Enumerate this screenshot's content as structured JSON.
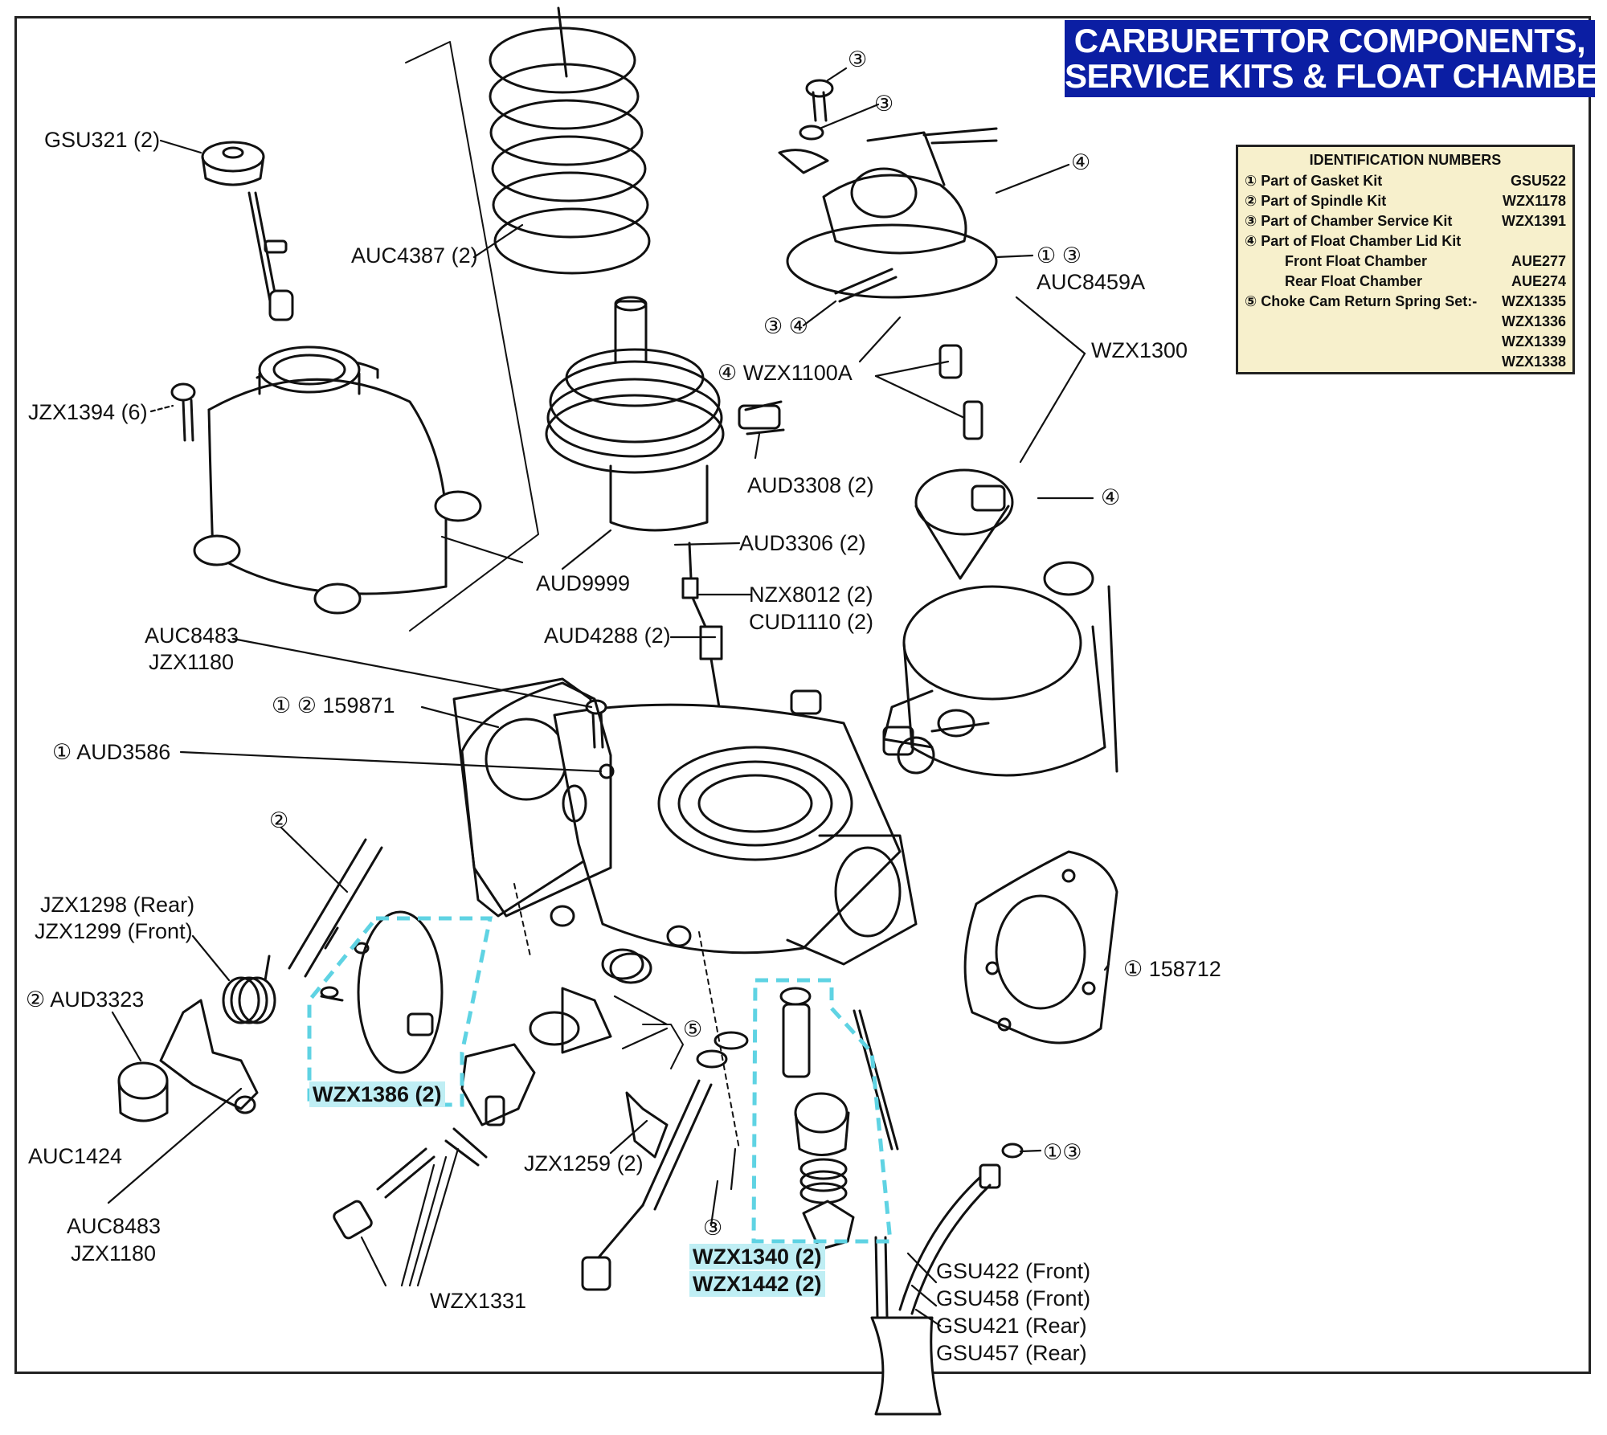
{
  "title": {
    "line1": "CARBURETTOR COMPONENTS,",
    "line2": "SERVICE KITS & FLOAT CHAMBERS"
  },
  "id_table": {
    "heading": "IDENTIFICATION NUMBERS",
    "rows": [
      {
        "label": "① Part of Gasket Kit",
        "code": "GSU522"
      },
      {
        "label": "② Part of Spindle Kit",
        "code": "WZX1178"
      },
      {
        "label": "③ Part of Chamber Service Kit",
        "code": "WZX1391"
      },
      {
        "label": "④ Part of Float Chamber Lid Kit",
        "code": ""
      },
      {
        "label": "Front Float Chamber",
        "code": "AUE277"
      },
      {
        "label": "Rear Float Chamber",
        "code": "AUE274"
      },
      {
        "label": "⑤ Choke Cam Return Spring Set:-",
        "code": "WZX1335"
      },
      {
        "label": "",
        "code": "WZX1336"
      },
      {
        "label": "",
        "code": "WZX1339"
      },
      {
        "label": "",
        "code": "WZX1338"
      }
    ]
  },
  "labels": {
    "gsu321": "GSU321 (2)",
    "auc4387": "AUC4387 (2)",
    "jzx1394": "JZX1394 (6)",
    "aud9999": "AUD9999",
    "auc8483_a": "AUC8483",
    "jzx1180_a": "JZX1180",
    "l159871": "① ② 159871",
    "aud3586": "① AUD3586",
    "spindle_2": "②",
    "jzx1298": "JZX1298 (Rear)",
    "jzx1299": "JZX1299 (Front)",
    "aud3323": "② AUD3323",
    "auc1424": "AUC1424",
    "auc8483_b": "AUC8483",
    "jzx1180_b": "JZX1180",
    "wzx1331": "WZX1331",
    "wzx1386": "WZX1386 (2)",
    "jzx1259": "JZX1259 (2)",
    "washer_3": "③",
    "wzx1340": "WZX1340 (2)",
    "wzx1442": "WZX1442 (2)",
    "gsu422": "GSU422 (Front)",
    "gsu458": "GSU458 (Front)",
    "gsu421": "GSU421 (Rear)",
    "gsu457": "GSU457 (Rear)",
    "pipe_13": "①③",
    "l158712": "① 158712",
    "cam_5": "⑤",
    "aud3306": "AUD3306 (2)",
    "nzx8012": "NZX8012 (2)",
    "cud1110": "CUD1110 (2)",
    "aud4288": "AUD4288 (2)",
    "aud3308": "AUD3308 (2)",
    "wzx1100a": "④ WZX1100A",
    "wzx1300": "WZX1300",
    "float_4": "④",
    "screw_3a": "③",
    "screw_3b": "③",
    "lid_4": "④",
    "gasket_13": "① ③",
    "auc8459a": "AUC8459A",
    "pin_34": "③ ④"
  },
  "colors": {
    "title_bg": "#0b1ea3",
    "id_box_bg": "#f7f0cc",
    "highlight": "#bfeef4",
    "kit_outline": "#5fd3e3"
  }
}
